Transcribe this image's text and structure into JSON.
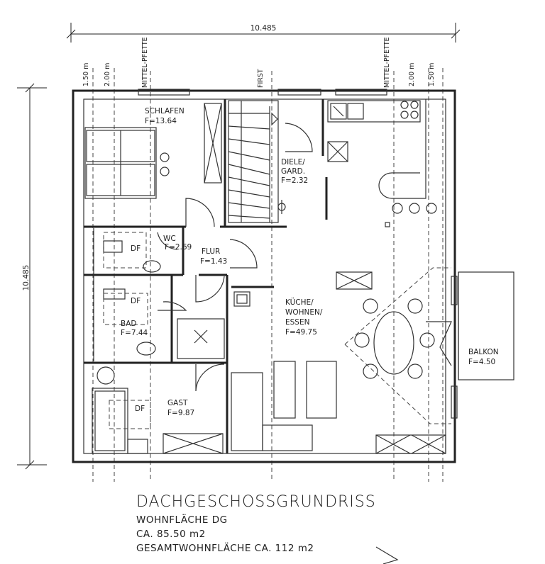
{
  "dimensions": {
    "width_label": "10.485",
    "height_label": "10.485",
    "top_marks": [
      "1.50 m",
      "2.00 m",
      "MITTEL-PFETTE",
      "FIRST",
      "MITTEL-PFETTE",
      "2.00 m",
      "1.50 m"
    ]
  },
  "rooms": [
    {
      "name": "SCHLAFEN",
      "area": "F=13.64"
    },
    {
      "name": "DIELE/",
      "name2": "GARD.",
      "area": "F=2.32"
    },
    {
      "name": "WC",
      "area": "F=2.69"
    },
    {
      "name": "FLUR",
      "area": "F=1.43"
    },
    {
      "name": "BAD",
      "area": "F=7.44"
    },
    {
      "name": "KÜCHE/",
      "name2": "WOHNEN/",
      "name3": "ESSEN",
      "area": "F=49.75"
    },
    {
      "name": "GAST",
      "area": "F=9.87"
    },
    {
      "name": "BALKON",
      "area": "F=4.50"
    }
  ],
  "df_labels": [
    "DF",
    "DF",
    "DF"
  ],
  "title": {
    "main": "DACHGESCHOSSGRUNDRISS",
    "line1": "WOHNFLÄCHE DG",
    "line2": "CA. 85.50 m2",
    "line3": "GESAMTWOHNFLÄCHE CA. 112 m2"
  }
}
